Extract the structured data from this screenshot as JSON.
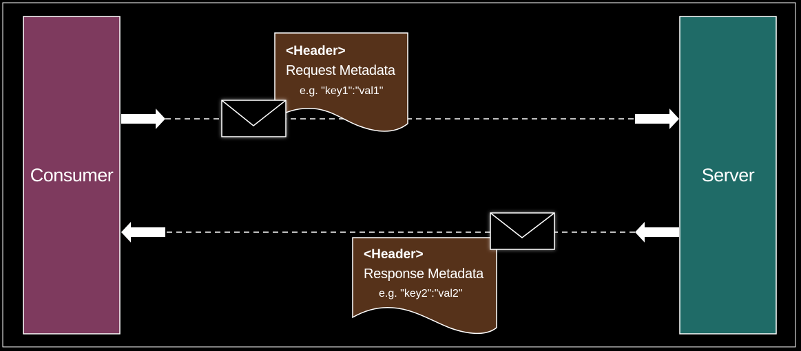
{
  "diagram": {
    "actors": {
      "consumer": {
        "label": "Consumer",
        "color": "#7e3a5e"
      },
      "server": {
        "label": "Server",
        "color": "#1f6b67"
      }
    },
    "request_note": {
      "title": "<Header>",
      "line": "Request Metadata",
      "example": "e.g. \"key1\":\"val1\"",
      "color": "#56321a"
    },
    "response_note": {
      "title": "<Header>",
      "line": "Response Metadata",
      "example": "e.g. \"key2\":\"val2\"",
      "color": "#56321a"
    },
    "icons": {
      "request_envelope": "envelope-icon",
      "response_envelope": "envelope-icon"
    }
  }
}
